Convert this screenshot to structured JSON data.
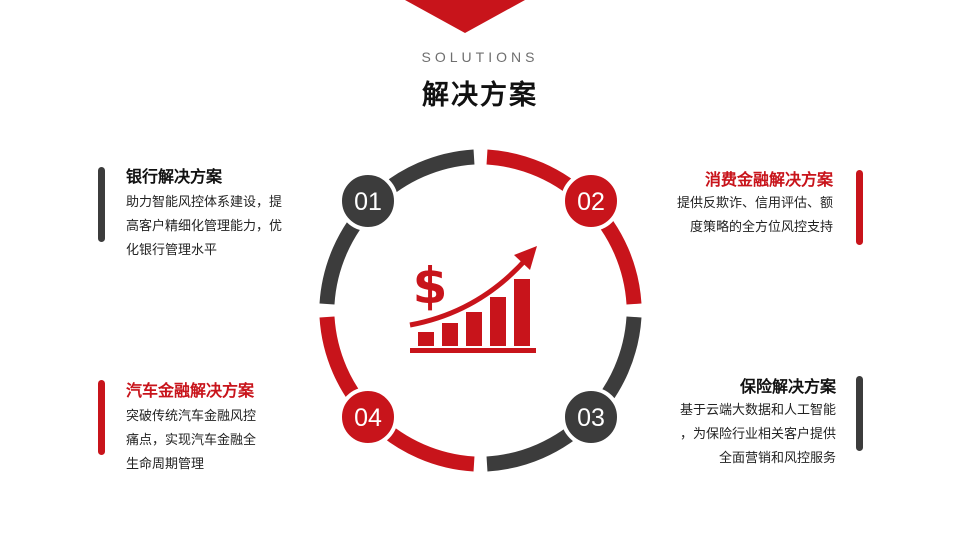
{
  "header": {
    "subtitle": "SOLUTIONS",
    "title": "解决方案"
  },
  "colors": {
    "accent_red": "#c8141b",
    "dark_gray": "#3c3c3c"
  },
  "center_icon": "dollar-growth-chart-icon",
  "badges": {
    "b1": "01",
    "b2": "02",
    "b3": "03",
    "b4": "04"
  },
  "blocks": {
    "bank": {
      "title": "银行解决方案",
      "lines": [
        "助力智能风控体系建设，提",
        "高客户精细化管理能力，优",
        "化银行管理水平"
      ]
    },
    "consumer": {
      "title": "消费金融解决方案",
      "lines": [
        "提供反欺诈、信用评估、额",
        "度策略的全方位风控支持"
      ]
    },
    "auto": {
      "title": "汽车金融解决方案",
      "lines": [
        "突破传统汽车金融风控",
        "痛点，实现汽车金融全",
        "生命周期管理"
      ]
    },
    "insurance": {
      "title": "保险解决方案",
      "lines": [
        "基于云端大数据和人工智能",
        "，为保险行业相关客户提供",
        "全面营销和风控服务"
      ]
    }
  }
}
